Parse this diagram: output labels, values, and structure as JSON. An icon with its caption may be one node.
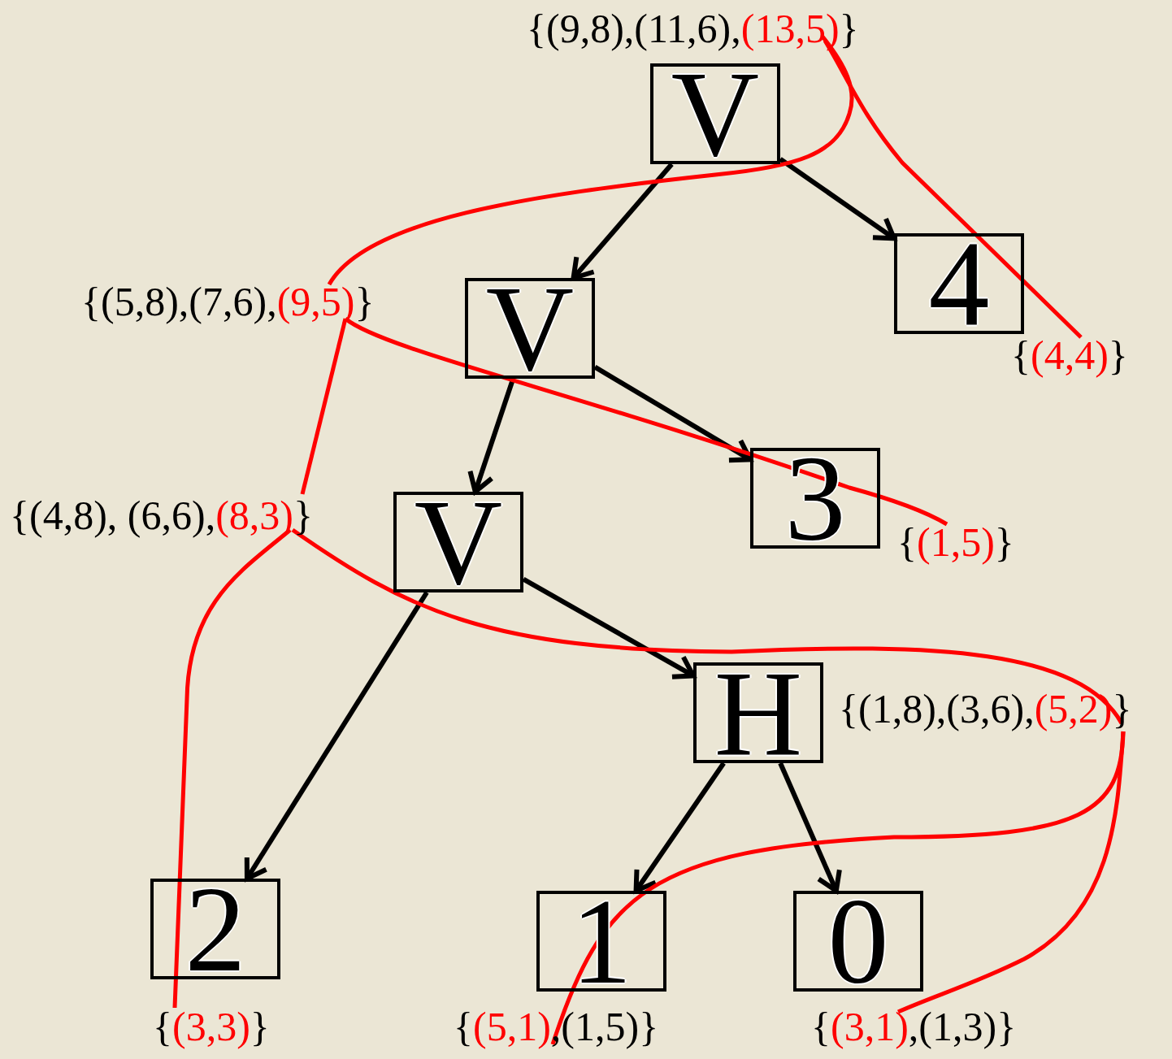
{
  "diagram": {
    "nodes": [
      {
        "text": [
          "V"
        ],
        "beside": [
          "{(9,8),(11,6),(13,5)}"
        ]
      },
      {
        "text": [
          "V"
        ],
        "beside": [
          "{(5,8),(7,6),(9,5)}"
        ]
      },
      {
        "text": [
          "4"
        ],
        "beside": [
          "{(4,4)}"
        ]
      },
      {
        "text": [
          "V"
        ],
        "beside": [
          "{(4,8), (6,6),(8,3)}"
        ]
      },
      {
        "text": [
          "3"
        ],
        "beside": [
          "{(1,5)}"
        ]
      },
      {
        "text": [
          "H"
        ],
        "beside": [
          "{(1,8),(3,6),(5,2)}"
        ]
      },
      {
        "text": [
          "2"
        ],
        "beside": [
          "{(3,3)}"
        ]
      },
      {
        "text": [
          "1"
        ],
        "beside": [
          "{(5,1),(1,5)}"
        ]
      },
      {
        "text": [
          "0"
        ],
        "beside": [
          "{(3,1),(1,3)}"
        ]
      }
    ],
    "edges": [
      {
        "from": 0,
        "to": 1,
        "arrow": "to"
      },
      {
        "from": 0,
        "to": 2,
        "arrow": "to"
      },
      {
        "from": 1,
        "to": 3,
        "arrow": "to"
      },
      {
        "from": 1,
        "to": 4,
        "arrow": "to"
      },
      {
        "from": 3,
        "to": 6,
        "arrow": "to"
      },
      {
        "from": 3,
        "to": 5,
        "arrow": "to"
      },
      {
        "from": 5,
        "to": 7,
        "arrow": "to"
      },
      {
        "from": 5,
        "to": 8,
        "arrow": "to"
      }
    ]
  }
}
